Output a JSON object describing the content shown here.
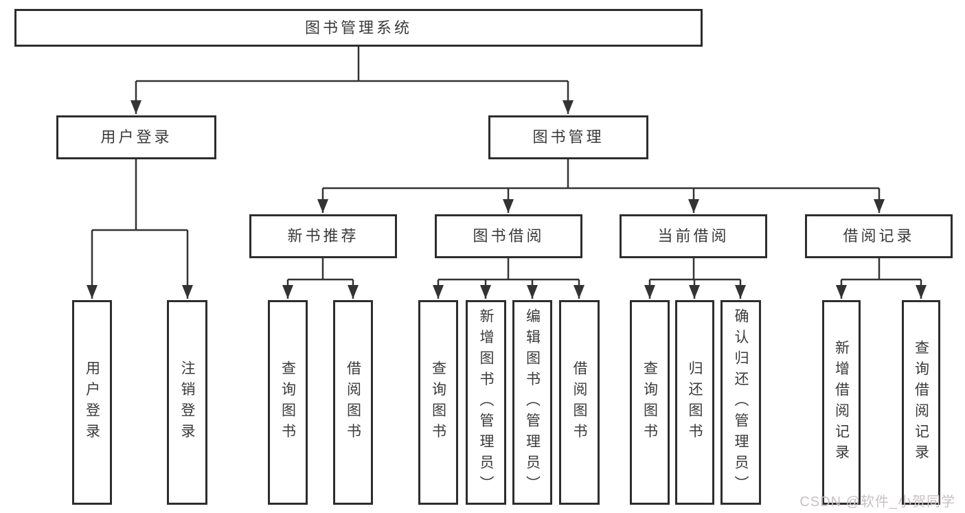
{
  "tree": {
    "label": "图书管理系统",
    "children": [
      {
        "label": "用户登录",
        "children": [
          {
            "label": "用户登录"
          },
          {
            "label": "注销登录"
          }
        ]
      },
      {
        "label": "图书管理",
        "children": [
          {
            "label": "新书推荐",
            "children": [
              {
                "label": "查询图书"
              },
              {
                "label": "借阅图书"
              }
            ]
          },
          {
            "label": "图书借阅",
            "children": [
              {
                "label": "查询图书"
              },
              {
                "label": "新增图书（管理员）"
              },
              {
                "label": "编辑图书（管理员）"
              },
              {
                "label": "借阅图书"
              }
            ]
          },
          {
            "label": "当前借阅",
            "children": [
              {
                "label": "查询图书"
              },
              {
                "label": "归还图书"
              },
              {
                "label": "确认归还（管理员）"
              }
            ]
          },
          {
            "label": "借阅记录",
            "children": [
              {
                "label": "新增借阅记录"
              },
              {
                "label": "查询借阅记录"
              }
            ]
          }
        ]
      }
    ]
  },
  "watermark": "CSDN @软件_小贺同学",
  "colors": {
    "line": "#333333",
    "box_border": "#2d2d2d",
    "text": "#3a3a3a",
    "watermark_text": "#c7c0c4",
    "background": "#ffffff"
  }
}
